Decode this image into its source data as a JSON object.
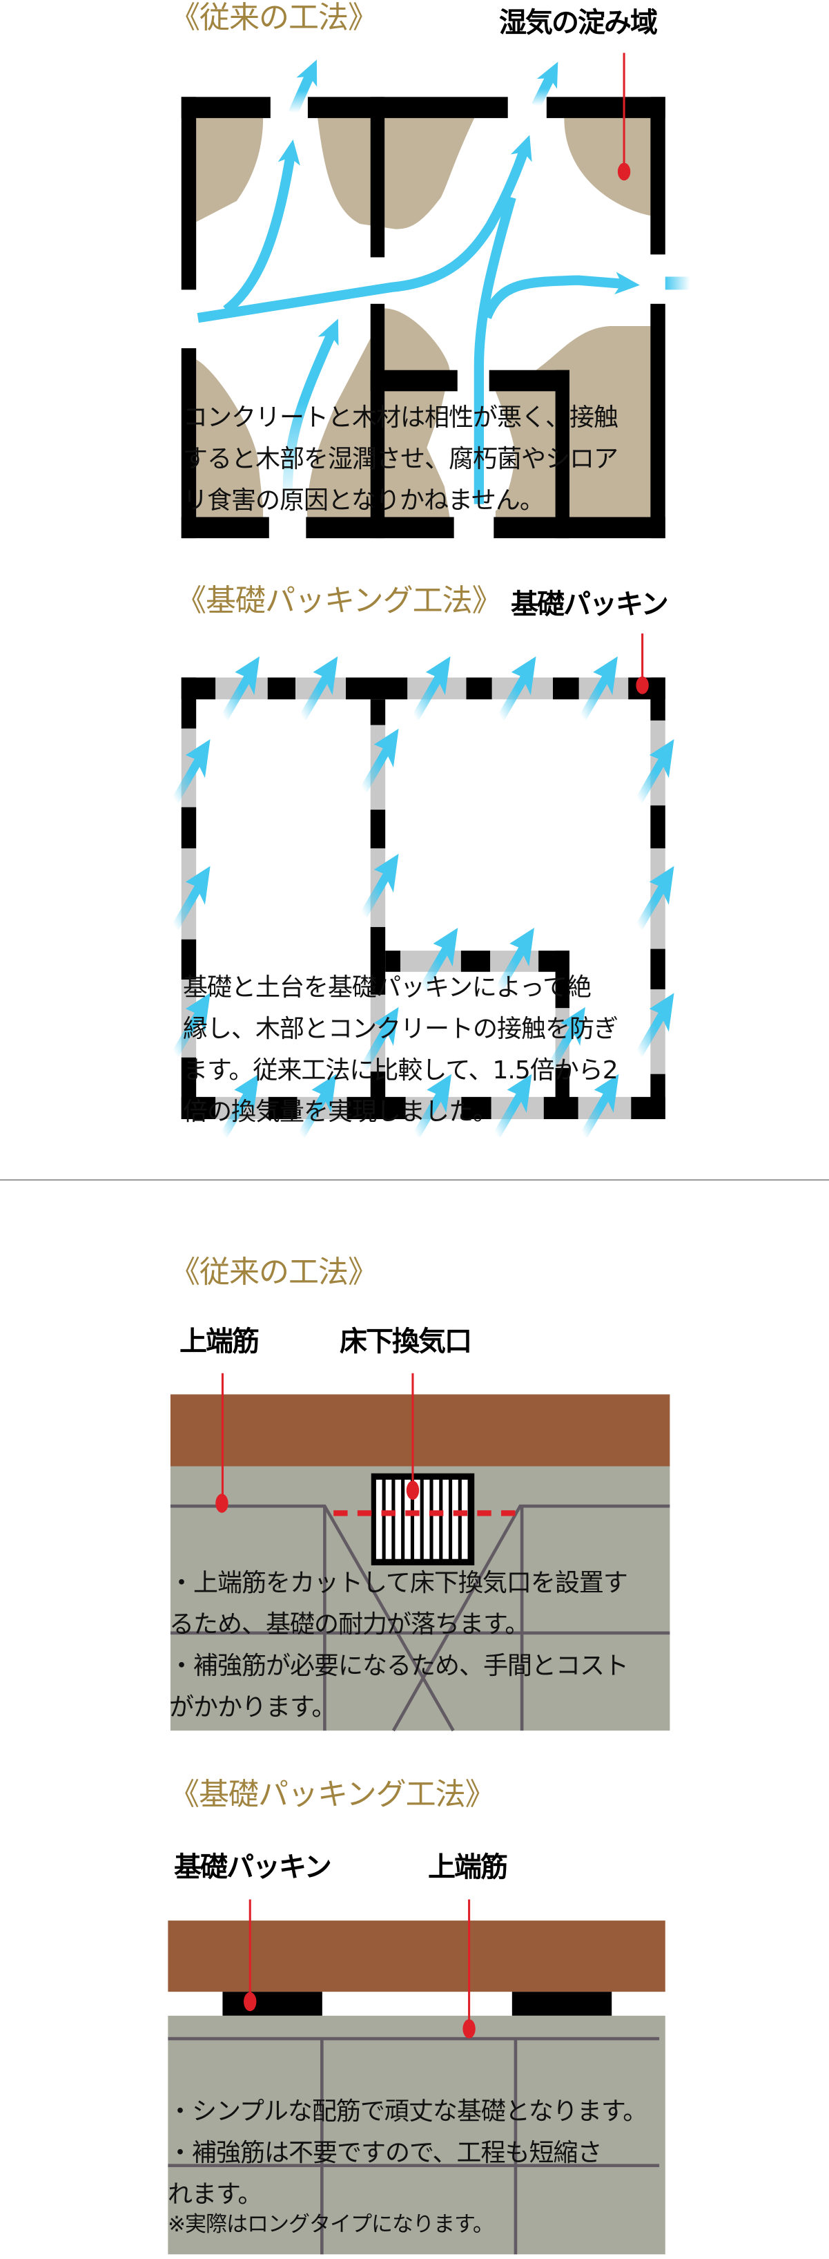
{
  "colors": {
    "title_gold": "#a08440",
    "wall": "#000000",
    "packing_gray": "#c8c8c8",
    "moisture": "#c2b49a",
    "airflow": "#45c8f0",
    "marker_red": "#e02028",
    "sill_wood": "#985c3b",
    "concrete": "#a7aa9c",
    "rebar": "#635b63"
  },
  "section_conventional_plan": {
    "title": "《従来の工法》",
    "callout": "湿気の淀み域",
    "body": [
      "コンクリートと木材は相性が悪く、接触",
      "すると木部を湿潤させ、腐朽菌やシロア",
      "リ食害の原因となりかねません。"
    ]
  },
  "section_packing_plan": {
    "title": "《基礎パッキング工法》",
    "callout": "基礎パッキン",
    "body": [
      "基礎と土台を基礎パッキンによって絶",
      "縁し、木部とコンクリートの接触を防ぎ",
      "ます。従来工法に比較して、1.5倍から2",
      "倍の換気量を実現しました。"
    ]
  },
  "section_conventional_section": {
    "title": "《従来の工法》",
    "callout_rebar": "上端筋",
    "callout_vent": "床下換気口",
    "body": [
      "・上端筋をカットして床下換気口を設置す",
      "るため、基礎の耐力が落ちます。",
      "・補強筋が必要になるため、手間とコスト",
      "がかかります。"
    ]
  },
  "section_packing_section": {
    "title": "《基礎パッキング工法》",
    "callout_packing": "基礎パッキン",
    "callout_rebar": "上端筋",
    "body": [
      "・シンプルな配筋で頑丈な基礎となります。",
      "・補強筋は不要ですので、工程も短縮さ",
      "れます。"
    ],
    "note": "※実際はロングタイプになります。"
  }
}
